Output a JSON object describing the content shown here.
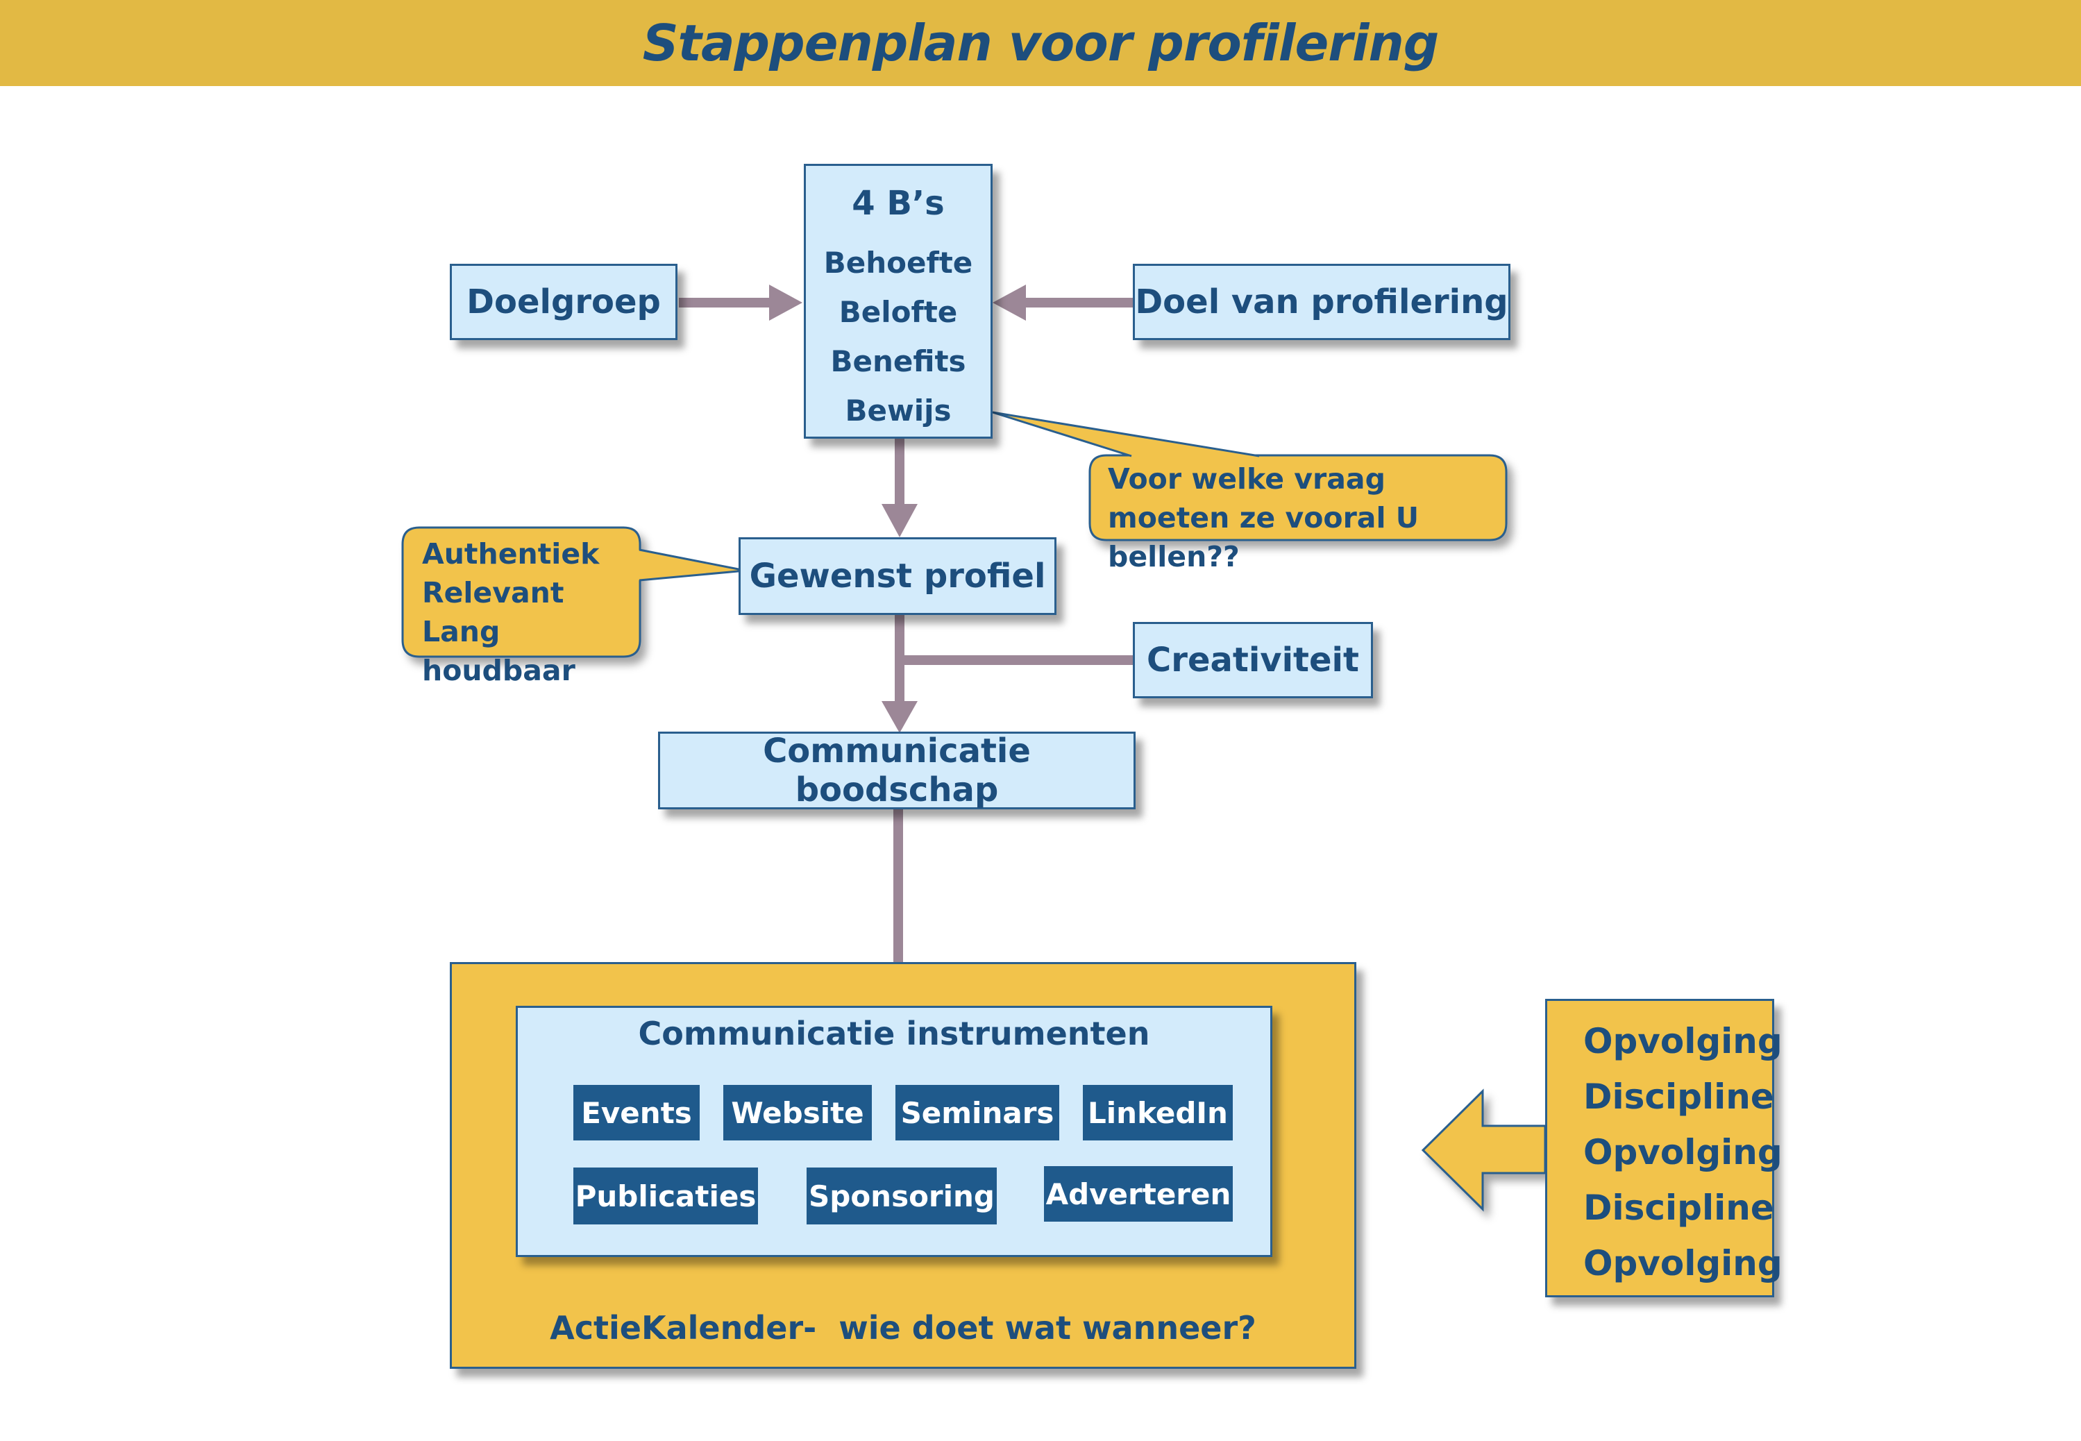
{
  "title": "Stappenplan voor profilering",
  "four_bs": {
    "title": "4 B’s",
    "items": [
      "Behoefte",
      "Belofte",
      "Benefits",
      "Bewijs"
    ]
  },
  "doelgroep": "Doelgroep",
  "doel": "Doel van profilering",
  "callout_question": {
    "line1": "Voor welke vraag",
    "line2": "moeten ze vooral U bellen??"
  },
  "gewenst_profiel": "Gewenst profiel",
  "callout_profile": {
    "lines": [
      "Authentiek",
      "Relevant",
      "Lang houdbaar"
    ]
  },
  "creativiteit": "Creativiteit",
  "boodschap": "Communicatie boodschap",
  "instrumenten": {
    "title": "Communicatie instrumenten",
    "row1": [
      "Events",
      "Website",
      "Seminars",
      "LinkedIn"
    ],
    "row2": [
      "Publicaties",
      "Sponsoring",
      "Adverteren"
    ]
  },
  "actiekalender": "ActieKalender-  wie doet wat wanneer?",
  "follow_up": [
    "Opvolging",
    "Discipline",
    "Opvolging",
    "Discipline",
    "Opvolging"
  ],
  "colors": {
    "header": "#e2b944",
    "box_fill": "#d3ebfb",
    "box_border": "#2a5f8e",
    "text": "#1d4e7d",
    "callout": "#f2c34b",
    "chip": "#1f5a8c",
    "arrow": "#9c8797"
  }
}
